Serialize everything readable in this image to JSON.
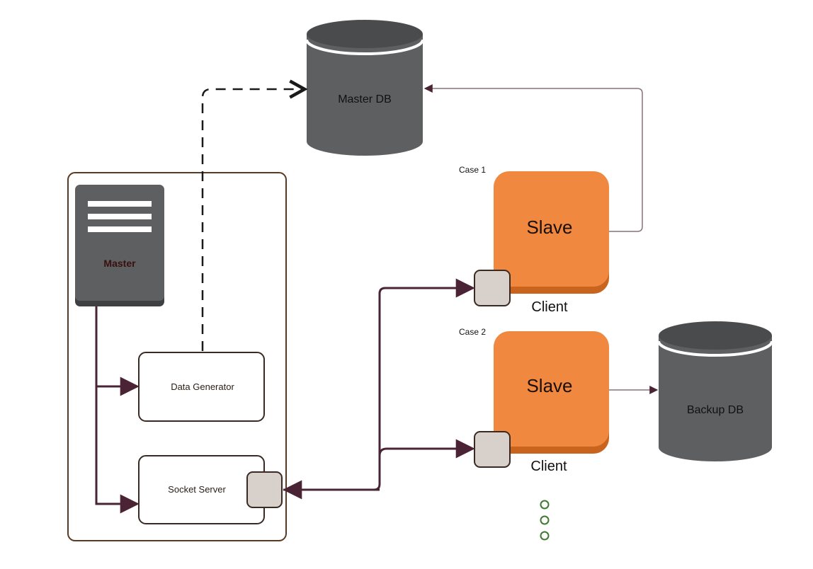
{
  "labels": {
    "master_db": "Master DB",
    "backup_db": "Backup DB",
    "master": "Master",
    "data_generator": "Data Generator",
    "socket_server": "Socket Server",
    "case1": "Case 1",
    "case2": "Case 2",
    "slave1": "Slave",
    "slave2": "Slave",
    "client1": "Client",
    "client2": "Client"
  },
  "colors": {
    "db_body": "#5d5f61",
    "db_top": "#4a4b4d",
    "db_rim": "#ffffff",
    "slave_fill": "#f08840",
    "slave_shadow": "#c9641e",
    "port_fill": "#d8d0ca",
    "port_stroke": "#3a2a22",
    "connector": "#4a2435",
    "dashed": "#1a1a1a",
    "thin_line": "#8a7078",
    "container_stroke": "#5a3a22",
    "dots": "#3e7a2e"
  },
  "icons": {
    "master_server": "server-icon",
    "ellipsis": "vertical-ellipsis-icon"
  }
}
